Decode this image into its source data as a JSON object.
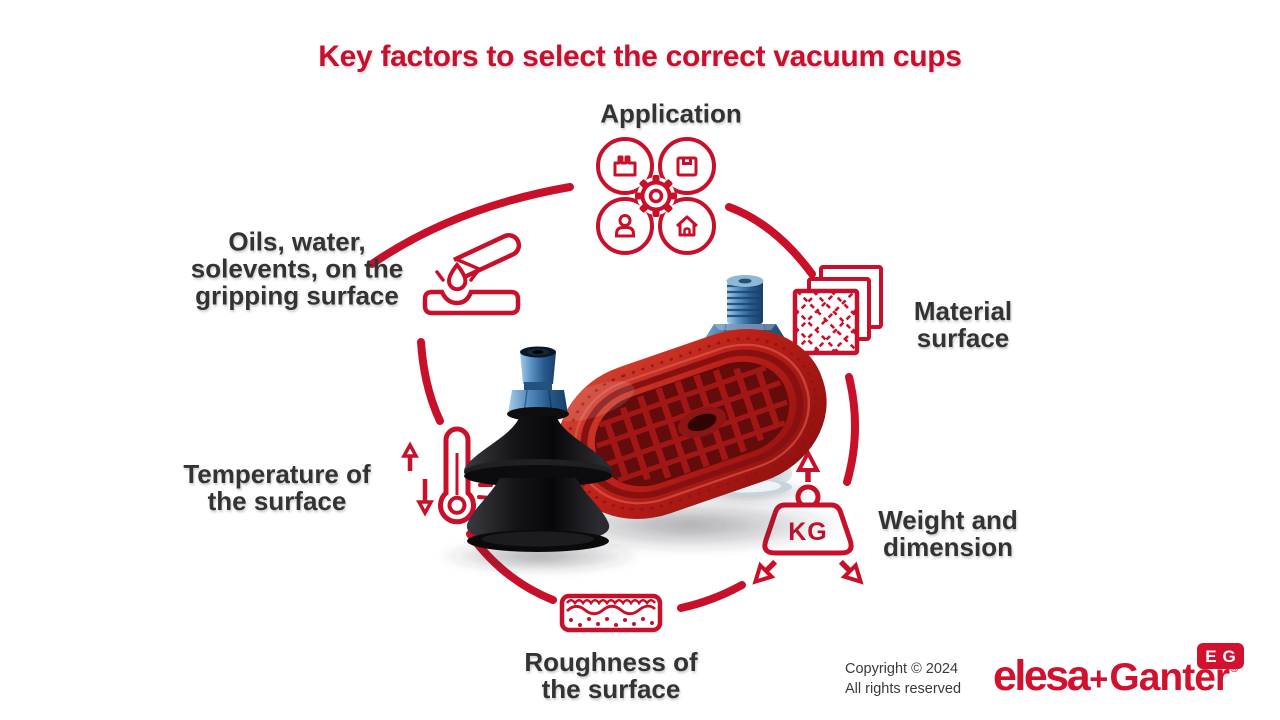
{
  "title": "Key factors to select the correct vacuum cups",
  "theme": {
    "accent_red": "#c9102a",
    "title_red": "#c8102e",
    "label_dark": "#333333",
    "logo_red": "#d2112e",
    "background": "#ffffff"
  },
  "factors": {
    "application": {
      "label": "Application",
      "icon": "application-icon"
    },
    "material": {
      "line1": "Material",
      "line2": "surface",
      "icon": "material-surface-icon"
    },
    "weight": {
      "line1": "Weight and",
      "line2": "dimension",
      "kg_label": "KG",
      "icon": "weight-kg-icon"
    },
    "roughness": {
      "line1": "Roughness of",
      "line2": "the surface",
      "icon": "surface-roughness-icon"
    },
    "temperature": {
      "line1": "Temperature of",
      "line2": "the surface",
      "icon": "thermometer-icon"
    },
    "oils": {
      "line1": "Oils, water,",
      "line2": "solevents, on the",
      "line3": "gripping surface",
      "icon": "liquid-drop-icon"
    }
  },
  "products": {
    "left": "black-bellows-suction-cup",
    "center": "red-oval-suction-cup",
    "right": "clear-bellows-suction-cup"
  },
  "footer": {
    "copyright_line1": "Copyright © 2024",
    "copyright_line2": "All rights reserved"
  },
  "logo": {
    "elesa": "elesa",
    "plus": "+",
    "ganter": "Ganter",
    "registered": "®",
    "badge_e": "E",
    "badge_g": "G"
  }
}
